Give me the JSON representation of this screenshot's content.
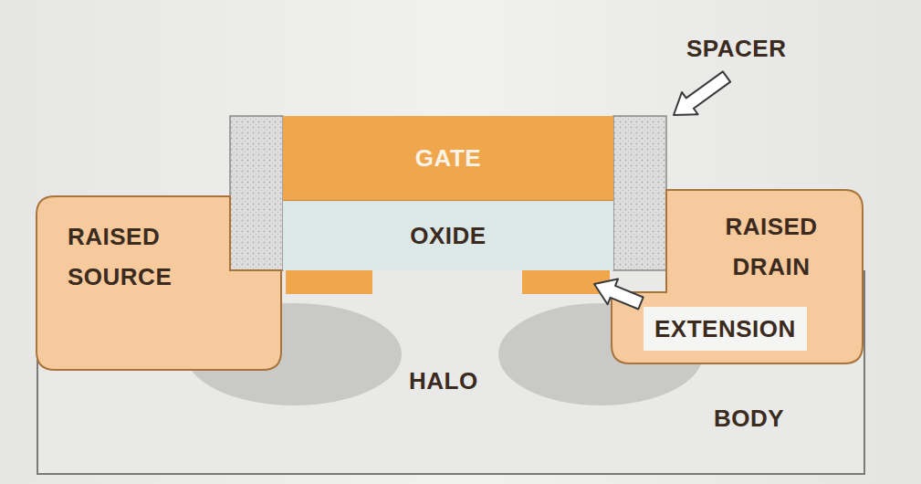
{
  "diagram": {
    "nodes": [
      {
        "text": [
          "GATE"
        ]
      },
      {
        "text": [
          "OXIDE"
        ]
      },
      {
        "text": [
          "RAISED SOURCE"
        ]
      },
      {
        "text": [
          "RAISED DRAIN"
        ]
      },
      {
        "text": [
          "EXTENSION"
        ]
      },
      {
        "text": [
          "BODY"
        ]
      }
    ],
    "labels": [
      "SPACER",
      "HALO"
    ]
  }
}
